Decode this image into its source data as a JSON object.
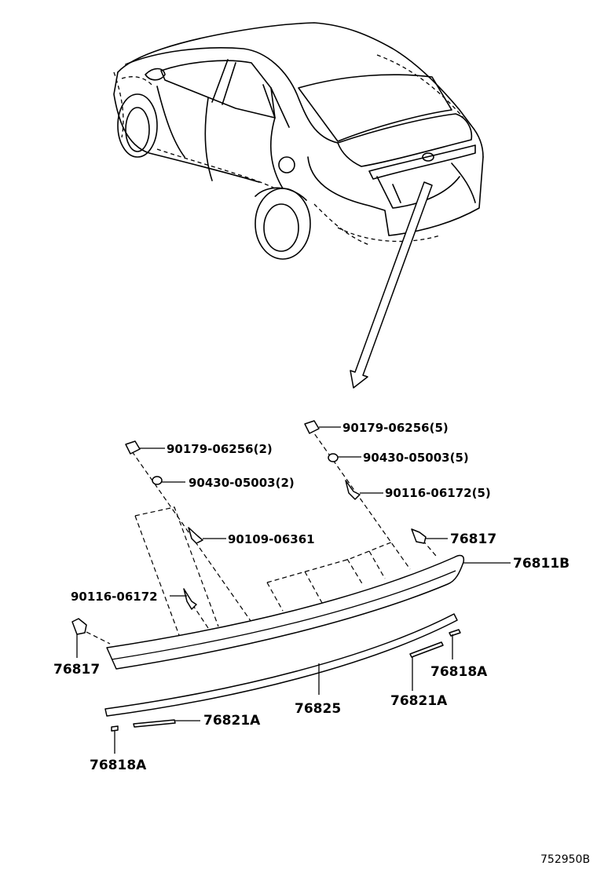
{
  "diagram": {
    "reference_code": "752950B",
    "labels": {
      "nut_right": "90179-06256(5)",
      "washer_right": "90430-05003(5)",
      "bolt_right": "90116-06172(5)",
      "clip_right": "76817",
      "garnish": "76811B",
      "nut_left": "90179-06256(2)",
      "washer_left": "90430-05003(2)",
      "screw_center": "90109-06361",
      "bolt_left": "90116-06172",
      "clip_left": "76817",
      "strip": "76825",
      "tape_right": "76821A",
      "pad_right": "76818A",
      "tape_left": "76821A",
      "pad_left": "76818A"
    }
  }
}
